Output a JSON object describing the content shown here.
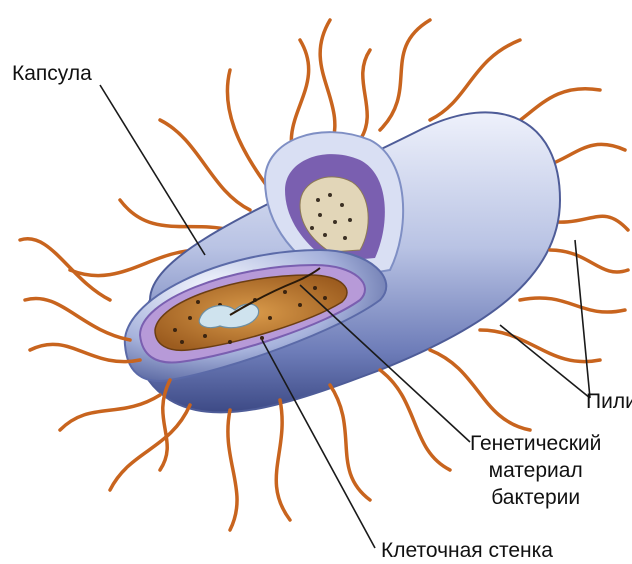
{
  "labels": {
    "capsule": "Капсула",
    "pili": "Пили",
    "genetic_line1": "Генетический",
    "genetic_line2": "материал",
    "genetic_line3": "бактерии",
    "cell_wall": "Клеточная стенка"
  },
  "colors": {
    "pili": "#c8641e",
    "capsule_outer": "#7f8fc4",
    "capsule_highlight": "#eef1fb",
    "cell_wall": "#7a5fb0",
    "cytoplasm": "#b8762e",
    "nucleoid": "#cfe3ee",
    "pointer_line": "#1a1a1a"
  }
}
